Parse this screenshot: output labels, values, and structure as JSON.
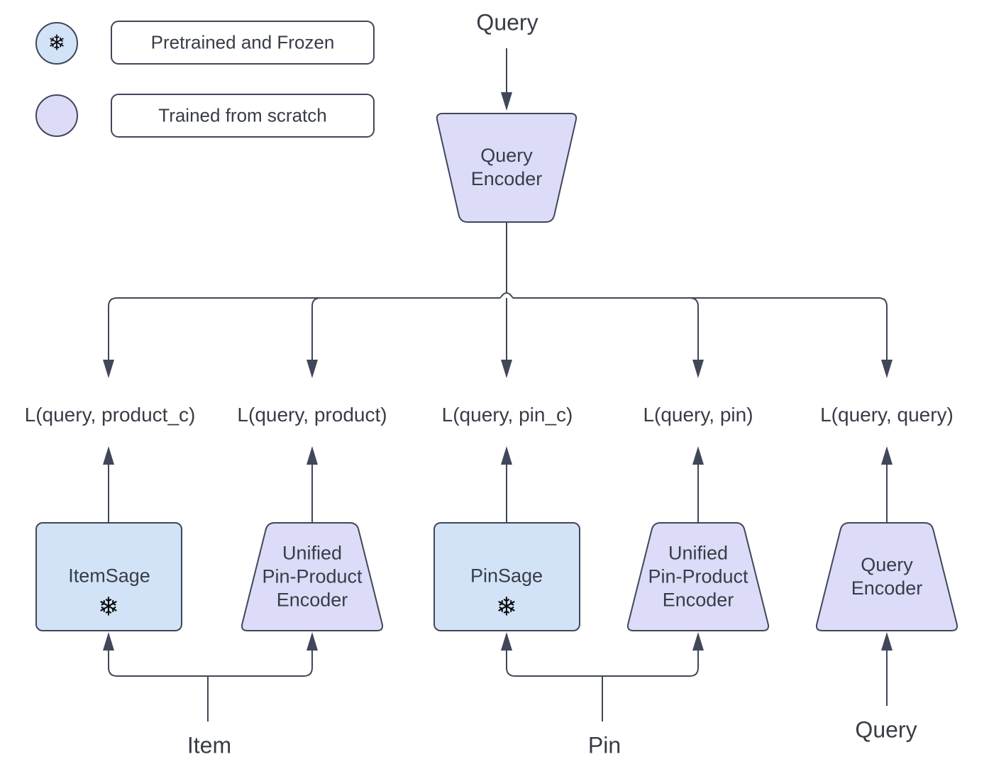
{
  "legend": {
    "frozen": {
      "label": "Pretrained and Frozen"
    },
    "scratch": {
      "label": "Trained from scratch"
    }
  },
  "icons": {
    "snowflake": "❄"
  },
  "colors": {
    "frozen_fill": "#d2e3f8",
    "scratch_fill": "#dcdcf8",
    "stroke": "#404759",
    "text": "#383c47"
  },
  "io": {
    "query_top": "Query",
    "item": "Item",
    "pin": "Pin",
    "query_bottom": "Query"
  },
  "losses": [
    "L(query, product_c)",
    "L(query, product)",
    "L(query, pin_c)",
    "L(query, pin)",
    "L(query, query)"
  ],
  "nodes": {
    "query_encoder_top": {
      "lines": [
        "Query",
        "Encoder"
      ]
    },
    "itemsage": {
      "label": "ItemSage"
    },
    "unified_left": {
      "lines": [
        "Unified",
        "Pin-Product",
        "Encoder"
      ]
    },
    "pinsage": {
      "label": "PinSage"
    },
    "unified_right": {
      "lines": [
        "Unified",
        "Pin-Product",
        "Encoder"
      ]
    },
    "query_encoder_bottom": {
      "lines": [
        "Query",
        "Encoder"
      ]
    }
  }
}
